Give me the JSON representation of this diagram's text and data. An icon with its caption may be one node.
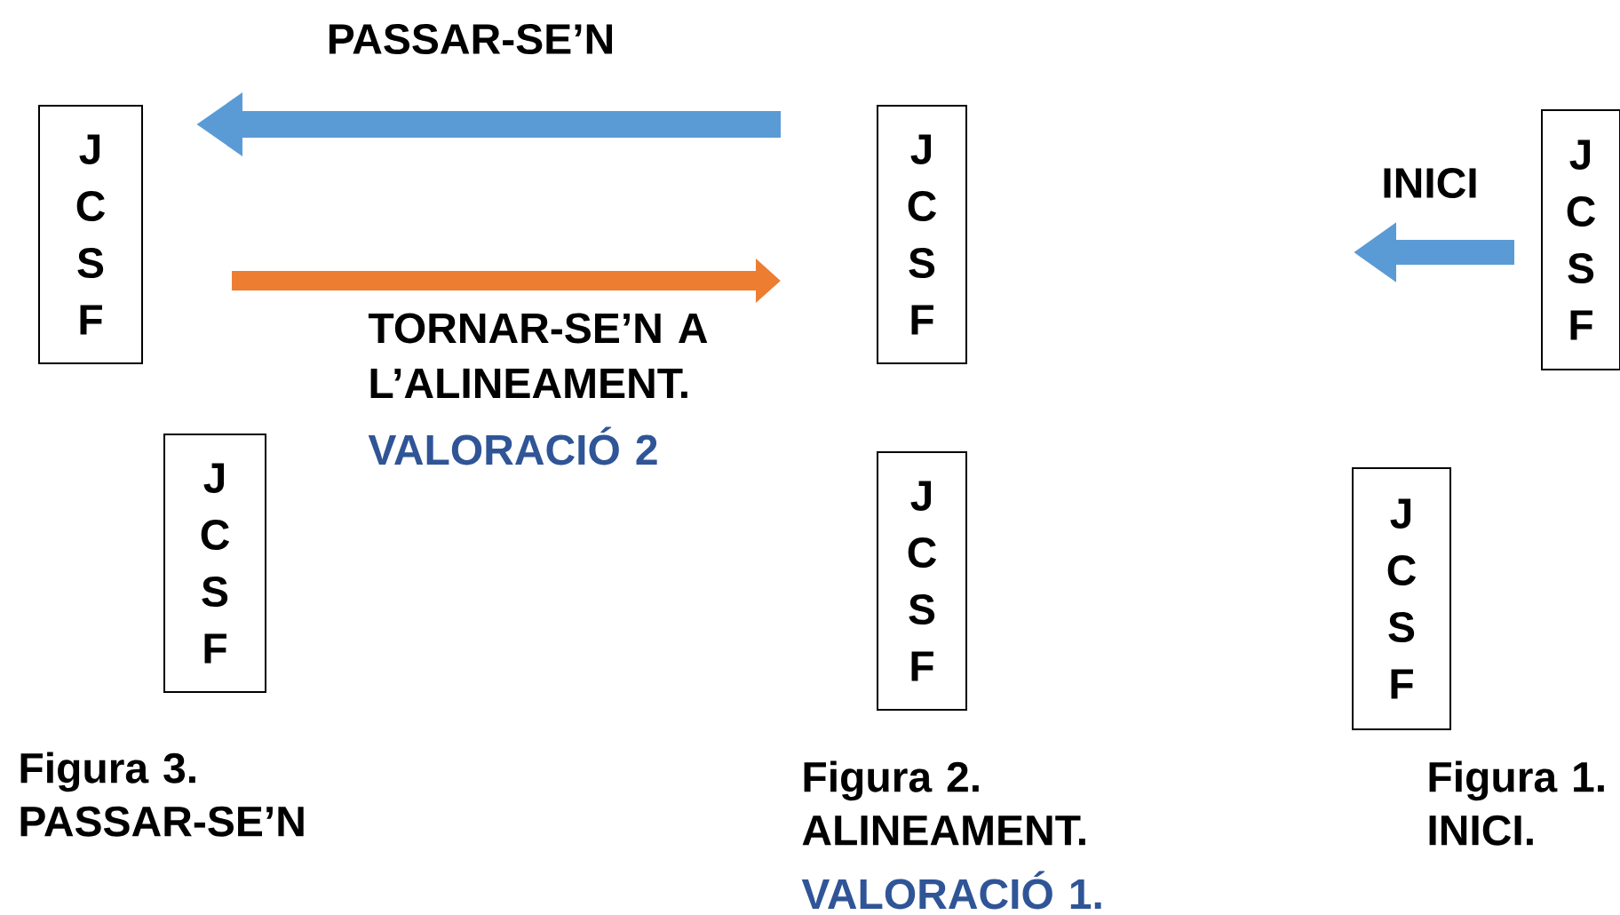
{
  "diagram": {
    "nodes": [
      {
        "text": [
          "J C S F"
        ]
      },
      {
        "text": [
          "J C S F"
        ]
      },
      {
        "text": [
          "J C S F"
        ]
      },
      {
        "text": [
          "J C S F"
        ]
      },
      {
        "text": [
          "J C S F"
        ]
      },
      {
        "text": [
          "J C S F"
        ]
      }
    ],
    "edges": [
      {
        "from": 1,
        "to": 0,
        "arrow": "to",
        "label": "PASSAR-SE’N",
        "color": "#5b9bd5"
      },
      {
        "from": 0,
        "to": 1,
        "arrow": "to",
        "label": "TORNAR-SE’N A L’ALINEAMENT.",
        "color": "#ed7d31"
      },
      {
        "from": 2,
        "to": null,
        "arrow": "to",
        "label": "INICI",
        "color": "#5b9bd5"
      }
    ],
    "labels": [
      "VALORACIÓ 2",
      "Figura 3. PASSAR-SE’N",
      "Figura 2. ALINEAMENT.",
      "VALORACIÓ 1.",
      "Figura 1. INICI."
    ]
  }
}
